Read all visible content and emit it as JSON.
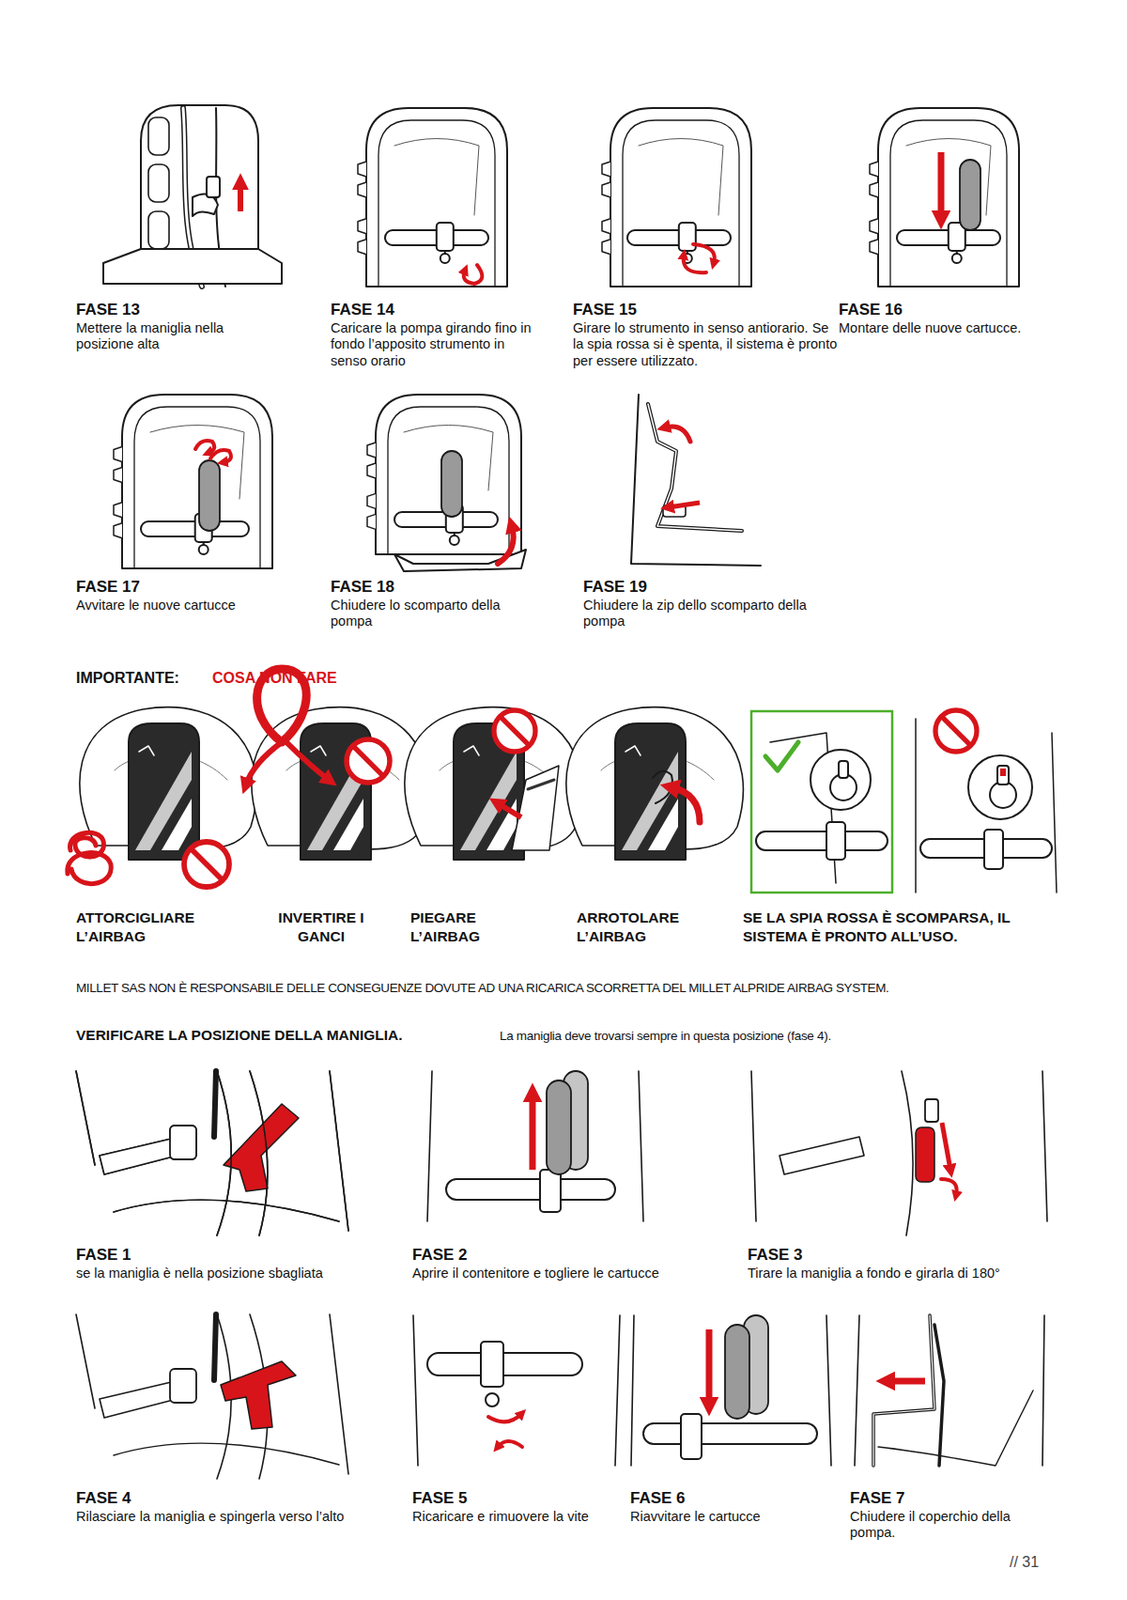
{
  "diagram": {
    "labels": [
      "FASE 13",
      "Mettere la maniglia nella posizione alta",
      "FASE 14",
      "Caricare la pompa girando fino in fondo l’apposito strumento in senso orario",
      "FASE 15",
      "Girare lo strumento in senso antiorario. Se la spia rossa si è spenta, il sistema è pronto per essere utilizzato.",
      "FASE 16",
      "Montare delle nuove cartucce.",
      "FASE 17",
      "Avvitare le nuove cartucce",
      "FASE 18",
      "Chiudere lo scomparto della pompa",
      "FASE 19",
      "Chiudere la zip dello scomparto della pompa",
      "IMPORTANTE:",
      "COSA NON FARE",
      "ATTORCIGLIARE L’AIRBAG",
      "INVERTIRE I GANCI",
      "PIEGARE L’AIRBAG",
      "ARROTOLARE L’AIRBAG",
      "SE LA SPIA ROSSA È SCOMPARSA, IL SISTEMA È PRONTO ALL’USO.",
      "MILLET SAS NON È RESPONSABILE DELLE CONSEGUENZE DOVUTE AD UNA RICARICA SCORRETTA DEL MILLET ALPRIDE AIRBAG SYSTEM.",
      "VERIFICARE LA POSIZIONE DELLA MANIGLIA.",
      "La maniglia deve trovarsi sempre in questa posizione (fase 4).",
      "FASE 1",
      "se la maniglia è nella posizione sbagliata",
      "FASE 2",
      "Aprire il contenitore e togliere le cartucce",
      "FASE 3",
      "Tirare la maniglia a fondo e girarla di 180°",
      "FASE 4",
      "Rilasciare la maniglia e spingerla verso l’alto",
      "FASE 5",
      "Ricaricare e rimuovere la vite",
      "FASE 6",
      "Riavvitare le cartucce",
      "FASE 7",
      "Chiudere il coperchio della pompa.",
      "// 31"
    ]
  }
}
